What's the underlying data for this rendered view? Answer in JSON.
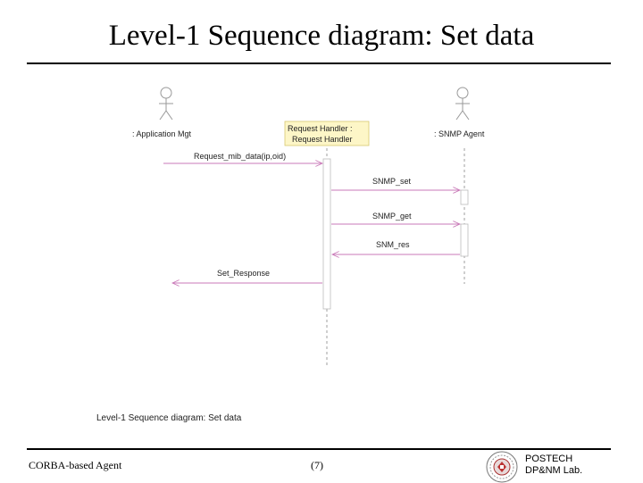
{
  "title": "Level-1 Sequence diagram: Set data",
  "diagram": {
    "lifelines": [
      {
        "label": ": Application Mgt"
      },
      {
        "label_line1": "Request Handler :",
        "label_line2": "Request Handler"
      },
      {
        "label": ": SNMP Agent"
      }
    ],
    "messages": [
      {
        "label": "Request_mib_data(ip,oid)"
      },
      {
        "label": "SNMP_set"
      },
      {
        "label": "SNMP_get"
      },
      {
        "label": "SNM_res"
      },
      {
        "label": "Set_Response"
      }
    ],
    "caption": "Level-1 Sequence diagram: Set data"
  },
  "footer": {
    "left": "CORBA-based Agent",
    "center": "(7)",
    "right_line1": "POSTECH",
    "right_line2": "DP&NM Lab."
  },
  "colors": {
    "message_line": "#c97ab8",
    "handler_box": "#fdf6c7",
    "lifeline": "#888888"
  }
}
